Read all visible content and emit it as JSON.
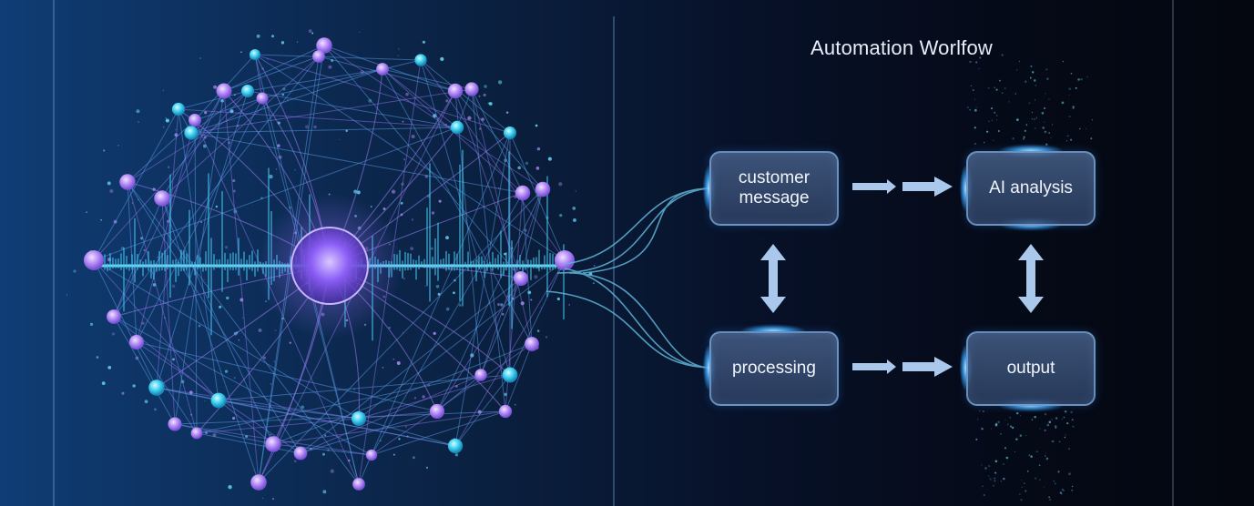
{
  "diagram": {
    "title": "Automation Worlfow",
    "left_panel": {
      "subject": "neural network with waveform",
      "colors": {
        "node_purple": "#a77bf0",
        "node_cyan": "#3ed0f0",
        "wave": "#41c8f0",
        "core": "#8a5cf5"
      }
    },
    "nodes": [
      {
        "id": "customer-message",
        "label": "customer\nmessage",
        "line1": "customer",
        "line2": "message"
      },
      {
        "id": "ai-analysis",
        "label": "AI analysis"
      },
      {
        "id": "processing",
        "label": "processing"
      },
      {
        "id": "output",
        "label": "output"
      }
    ],
    "edges": [
      {
        "from": "customer-message",
        "to": "ai-analysis",
        "type": "double-arrow-right"
      },
      {
        "from": "processing",
        "to": "output",
        "type": "double-arrow-right"
      },
      {
        "from": "customer-message",
        "to": "processing",
        "type": "bidirectional"
      },
      {
        "from": "ai-analysis",
        "to": "output",
        "type": "bidirectional"
      },
      {
        "from": "neural-network",
        "to": "customer-message",
        "type": "curve"
      },
      {
        "from": "neural-network",
        "to": "processing",
        "type": "curve"
      }
    ],
    "colors": {
      "arrow": "#a9c8ec",
      "box_border": "#82afe1",
      "glow": "#3ca8ff",
      "text": "#f0f4fb"
    }
  }
}
